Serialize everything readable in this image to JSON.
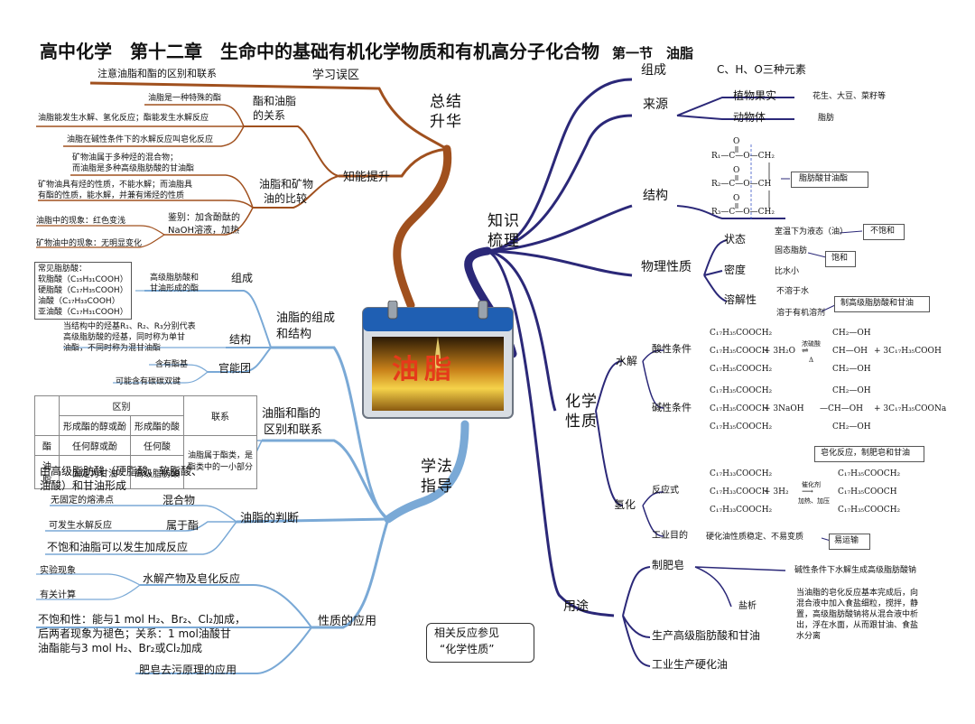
{
  "title": {
    "main": "高中化学　第十二章　生命中的基础有机化学物质和有机高分子化合物",
    "section": "第一节　油脂"
  },
  "center": {
    "label": "油脂"
  },
  "summary": {
    "label_l1": "总结",
    "label_l2": "升华",
    "study_errors": {
      "label": "学习误区",
      "note": "注意油脂和酯的区别和联系"
    },
    "relation": {
      "label_l1": "酯和油脂",
      "label_l2": "的关系",
      "items": [
        "油脂是一种特殊的酯",
        "油脂能发生水解、氢化反应；酯能发生水解反应",
        "油脂在碱性条件下的水解反应叫皂化反应"
      ]
    },
    "knowledge": {
      "label": "知能提升"
    },
    "compare": {
      "label_l1": "油脂和矿物",
      "label_l2": "油的比较",
      "items_l1": [
        "矿物油属于多种烃的混合物；",
        "矿物油具有烃的性质，不能水解；而油脂具"
      ],
      "items_l2": [
        "而油脂是多种高级脂肪酸的甘油酯",
        "有酯的性质，能水解，并兼有烯烃的性质"
      ],
      "identify_l1": "鉴别：加含酚酞的",
      "identify_l2": "NaOH溶液，加热",
      "fat_phenomenon": "油脂中的现象：红色变浅",
      "mineral_phenomenon": "矿物油中的现象：无明显变化"
    }
  },
  "method": {
    "label_l1": "学法",
    "label_l2": "指导",
    "composition": {
      "label_l1": "油脂的组成",
      "label_l2": "和结构",
      "comp_label": "组成",
      "comp_desc_l1": "高级脂肪酸和",
      "comp_desc_l2": "甘油形成的酯",
      "common_acids": [
        "常见脂肪酸：",
        "软脂酸（C₁₅H₃₁COOH）",
        "硬脂酸（C₁₇H₃₅COOH）",
        "油酸（C₁₇H₃₃COOH）",
        "亚油酸（C₁₇H₃₁COOH）"
      ],
      "struct_label": "结构",
      "struct_desc": [
        "当结构中的烃基R₁、R₂、R₃分别代表",
        "高级脂肪酸的烃基，同时称为单甘",
        "油酯，不同时称为混甘油酯"
      ],
      "func_label": "官能团",
      "func_items": [
        "含有酯基",
        "可能含有碳碳双键"
      ]
    },
    "diff": {
      "label_l1": "油脂和酯的",
      "label_l2": "区别和联系",
      "table": {
        "head_diff": "区别",
        "head_link": "联系",
        "col_alcohol": "形成酯的醇或酚",
        "col_acid": "形成酯的酸",
        "row_ester": "酯",
        "row_fat": "油脂",
        "ester_alcohol": "任何醇或酚",
        "ester_acid": "任何酸",
        "fat_alcohol": "固定为甘油",
        "fat_acid": "高级脂肪酸",
        "link_l1": "油脂属于酯类，是",
        "link_l2": "酯类中的一小部分"
      },
      "note_l1": "由高级脂肪酸（硬脂酸、软脂酸、",
      "note_l2": "油酸）和甘油形成"
    },
    "judge": {
      "label": "油脂的判断",
      "mix_label": "混合物",
      "mix_note": "无固定的熔沸点",
      "ester_label": "属于酯",
      "ester_note": "可发生水解反应",
      "unsat_note": "不饱和油脂可以发生加成反应"
    },
    "application": {
      "label": "性质的应用",
      "hydro_label": "水解产物及皂化反应",
      "exp": "实验现象",
      "calc": "有关计算",
      "unsat_l1": "不饱和性：能与1 mol H₂、Br₂、Cl₂加成，",
      "unsat_l2": "后两者现象为褪色；关系：1 mol油酸甘",
      "unsat_l3": "油酯能与3 mol H₂、Br₂或Cl₂加成",
      "soap": "肥皂去污原理的应用"
    }
  },
  "knowledge_sort": {
    "label_l1": "知识",
    "label_l2": "梳理",
    "composition": {
      "label": "组成",
      "value": "C、H、O三种元素"
    },
    "source": {
      "label": "来源",
      "plant": "植物果实",
      "plant_examples": "花生、大豆、菜籽等",
      "animal": "动物体",
      "animal_examples": "脂肪"
    },
    "structure": {
      "label": "结构",
      "note": "脂肪酸甘油酯"
    },
    "physical": {
      "label": "物理性质",
      "state": "状态",
      "state_liquid": "室温下为液态（油）",
      "liquid_tag": "不饱和",
      "state_solid": "固态脂肪",
      "solid_tag": "饱和",
      "density": "密度",
      "density_value": "比水小",
      "solubility": "溶解性",
      "insoluble": "不溶于水",
      "soluble": "溶于有机溶剂",
      "prep_note": "制高级脂肪酸和甘油"
    }
  },
  "chemical": {
    "label_l1": "化学",
    "label_l2": "性质",
    "hydrolysis": "水解",
    "acid_cond": "酸性条件",
    "alkali_cond": "碱性条件",
    "acid_condition_label": "浓硫酸",
    "heat_label": "Δ",
    "saponification_note": "皂化反应，制肥皂和甘油",
    "hydrogenation": "氢化",
    "equation": "反应式",
    "catalyst_l1": "催化剂",
    "catalyst_l2": "加热、加压",
    "industrial": "工业目的",
    "industrial_desc": "硬化油性质稳定、不易变质",
    "industrial_tag": "易运输",
    "triester_stearate": "C₁₇H₃₅COOCH₂",
    "triester_stearate_mid": "C₁₇H₃₅COOCH",
    "triester_oleate": "C₁₇H₃₃COOCH₂",
    "triester_oleate_mid": "C₁₇H₃₃COOCH",
    "plus_water": "+ 3H₂O",
    "plus_naoh": "+ 3NaOH",
    "plus_h2": "+ 3H₂",
    "glycerol_top": "CH₂—OH",
    "glycerol_mid": "CH—OH",
    "plus_acid": "+ 3C₁₇H₃₅COOH",
    "plus_soap": "+ 3C₁₇H₃₅COONa",
    "glycerol_mid_alkali": "—CH—OH"
  },
  "use": {
    "label": "用途",
    "soap": "制肥皂",
    "soap_desc": "碱性条件下水解生成高级脂肪酸钠",
    "salting": "盐析",
    "salting_desc": [
      "当油脂的皂化反应基本完成后，向",
      "混合液中加入食盐细粒，搅拌，静",
      "置，高级脂肪酸钠将从混合液中析",
      "出，浮在水面，从而跟甘油、食盐",
      "水分离"
    ],
    "produce_acid": "生产高级脂肪酸和甘油",
    "produce_hardened": "工业生产硬化油"
  },
  "reference": {
    "l1": "相关反应参见",
    "l2": "“化学性质”"
  },
  "structure_formula": {
    "r1": "R₁—C—O—CH₂",
    "r2": "R₂—C—O—CH",
    "r3": "R₃—C—O—CH₂",
    "o": "O"
  },
  "colors": {
    "brown": "#A0501E",
    "blue": "#7AA9D6",
    "navy": "#2B2878"
  }
}
